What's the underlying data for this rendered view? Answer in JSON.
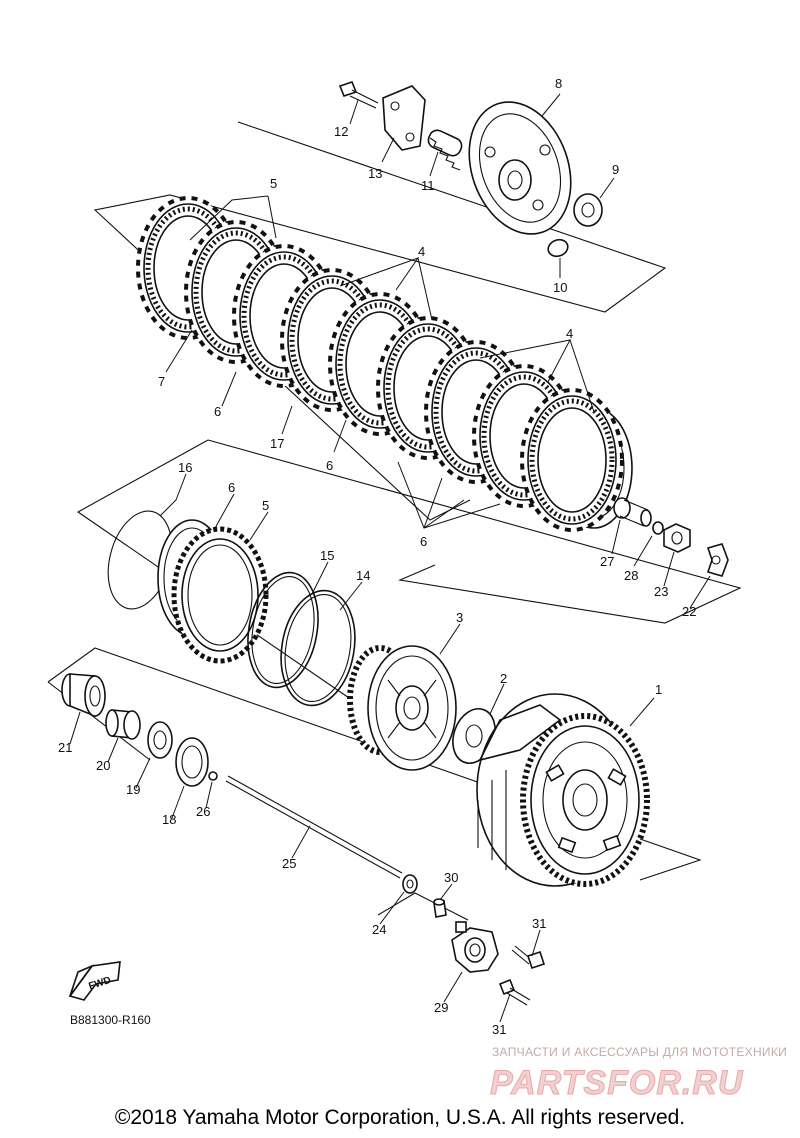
{
  "labels": {
    "p1": "1",
    "p2": "2",
    "p3": "3",
    "p4a": "4",
    "p4b": "4",
    "p5a": "5",
    "p5b": "5",
    "p6a": "6",
    "p6b": "6",
    "p6c": "6",
    "p6d": "6",
    "p7": "7",
    "p8": "8",
    "p9": "9",
    "p10": "10",
    "p11": "11",
    "p12": "12",
    "p13": "13",
    "p14": "14",
    "p15": "15",
    "p16": "16",
    "p17": "17",
    "p18": "18",
    "p19": "19",
    "p20": "20",
    "p21": "21",
    "p22": "22",
    "p23": "23",
    "p24": "24",
    "p25": "25",
    "p26": "26",
    "p27": "27",
    "p28": "28",
    "p29": "29",
    "p30": "30",
    "p31a": "31",
    "p31b": "31"
  },
  "fwd_label": "FWD",
  "diagram_code": "B881300-R160",
  "watermark": {
    "tagline": "ЗАПЧАСТИ И АКСЕССУАРЫ ДЛЯ МОТОТЕХНИКИ",
    "brand": "PARTSFOR.RU"
  },
  "copyright": "©2018 Yamaha Motor Corporation, U.S.A. All rights reserved."
}
